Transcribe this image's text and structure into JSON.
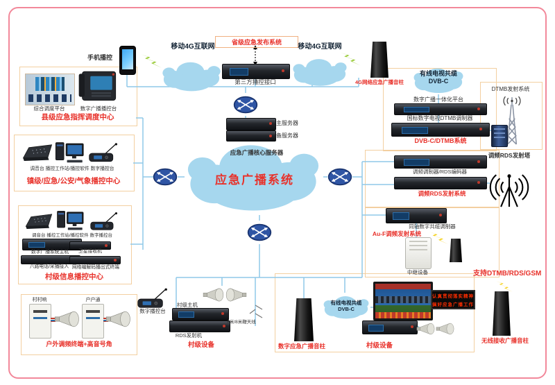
{
  "colors": {
    "accent_red": "#e8312a",
    "line_blue": "#8fc9e8",
    "cloud_blue": "#a6d7ee",
    "border_pink": "#f2889a",
    "box_orange": "#f3cfa0"
  },
  "top": {
    "mobile_control_label": "手机播控",
    "cloud_left": "移动4G互联网",
    "provincial_label": "省级应急发布系统",
    "third_party_label": "第三方播控接口",
    "cloud_right": "移动4G互联网",
    "speaker_4g_label": "4G网络应急广播音柱"
  },
  "center": {
    "server_main": "主服务器",
    "server_backup": "备服务器",
    "core_server_label": "应急广播核心服务器",
    "system_title": "应急广播系统"
  },
  "left_column": {
    "county_center": {
      "platform": "综合调度平台",
      "console": "数字广播播控台",
      "title": "县级应急指挥调度中心"
    },
    "town_center": {
      "devices_caption": "调音台  播控工作站/播控软件  数字播控台",
      "title": "镇级/应急/公安/气象播控中心"
    },
    "village_info_center": {
      "devices_caption": "调音台  播控工作站/播控软件  数字播控台",
      "host": "数字广播系统主机",
      "satellite": "卫星接收机",
      "phone_access": "八路电话/采播接入",
      "terminal": "网络编解码播出式终端",
      "title": "村级信息播控中心"
    },
    "outdoor_cluster": {
      "left_unit": "村村响",
      "right_unit": "户户通",
      "title": "户外调频终端+高音号角"
    }
  },
  "right_column": {
    "dvbc_cloud_line1": "有线电视共缆",
    "dvbc_cloud_line2": "DVB-C",
    "platform_label": "数字广播一体化平台",
    "dtmb_modulator_label": "国标数字电视DTMB调制器",
    "dvbc_dtmb_label": "DVB-C/DTMB系统",
    "dtmb_tx_label": "DTMB发射系统",
    "fm_tower_label": "调频RDS发射塔",
    "fm_modulator_label": "调频调制器/RDS编码器",
    "fm_system_label": "调频RDS发射系统",
    "coax_label": "同轴数字共缆调制器",
    "auf_label": "Au-F调频发射系统",
    "relay_label": "中继设备"
  },
  "bottom": {
    "mic_label": "数字播控台",
    "village_host_label": "村级主机",
    "rds_tx_label": "RDS发射机",
    "village_eq_left": "村级设备",
    "antenna_label": "6米/8米鞭天线",
    "digital_speaker_label": "数字应急广播音柱",
    "dvbc_cloud_line1": "有线电视共缆",
    "dvbc_cloud_line2": "DVB-C",
    "led_line1": "认真贯彻落实精神",
    "led_line2": "搞好应急广播工作",
    "village_eq_right": "村级设备",
    "support_label": "支持DTMB/RDS/GSM",
    "wireless_speaker_label": "无线接收广播音柱"
  }
}
